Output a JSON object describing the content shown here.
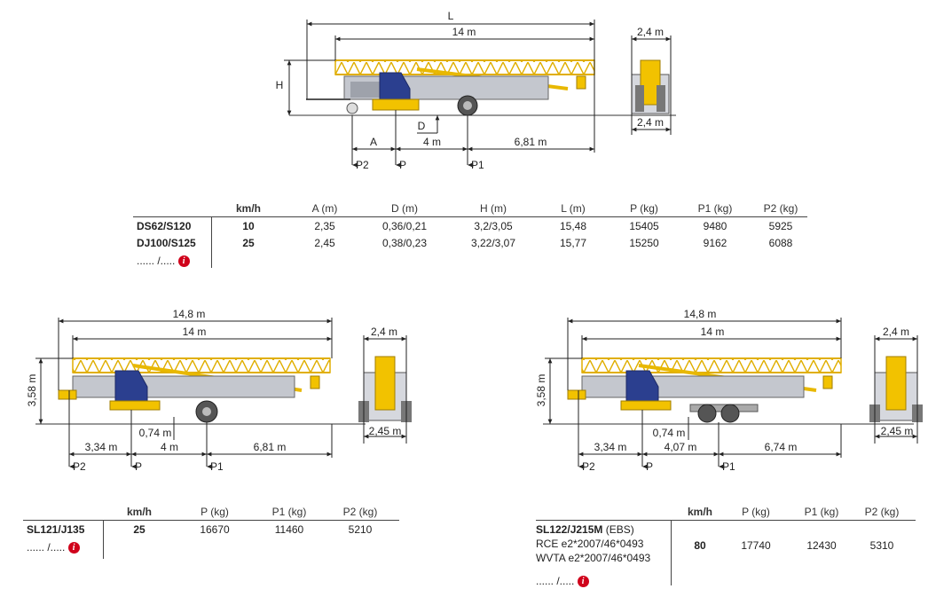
{
  "top_diagram": {
    "dims": {
      "L": "L",
      "length_14": "14 m",
      "width_top": "2,4 m",
      "width_bottom": "2,4 m",
      "H": "H",
      "A": "A",
      "D": "D",
      "span_4": "4 m",
      "span_681": "6,81 m",
      "P2": "P2",
      "P": "P",
      "P1": "P1"
    }
  },
  "top_table": {
    "headers": [
      "km/h",
      "A (m)",
      "D (m)",
      "H (m)",
      "L (m)",
      "P (kg)",
      "P1 (kg)",
      "P2 (kg)"
    ],
    "rows": [
      {
        "model": "DS62/S120",
        "values": [
          "10",
          "2,35",
          "0,36/0,21",
          "3,2/3,05",
          "15,48",
          "15405",
          "9480",
          "5925"
        ]
      },
      {
        "model": "DJ100/S125",
        "values": [
          "25",
          "2,45",
          "0,38/0,23",
          "3,22/3,07",
          "15,77",
          "15250",
          "9162",
          "6088"
        ]
      }
    ],
    "more": "...... /....."
  },
  "left_diagram": {
    "dims": {
      "overall": "14,8 m",
      "length_14": "14 m",
      "height": "3,58 m",
      "width_top": "2,4 m",
      "width_bottom": "2,45 m",
      "span_334": "3,34 m",
      "span_4": "4 m",
      "span_681": "6,81 m",
      "offset": "0,74 m",
      "P2": "P2",
      "P": "P",
      "P1": "P1"
    }
  },
  "right_diagram": {
    "dims": {
      "overall": "14,8 m",
      "length_14": "14 m",
      "height": "3,58 m",
      "width_top": "2,4 m",
      "width_bottom": "2,45 m",
      "span_334": "3,34 m",
      "span_407": "4,07 m",
      "span_674": "6,74 m",
      "offset": "0,74 m",
      "P2": "P2",
      "P": "P",
      "P1": "P1"
    }
  },
  "left_table": {
    "headers": [
      "km/h",
      "P (kg)",
      "P1 (kg)",
      "P2 (kg)"
    ],
    "model": "SL121/J135",
    "values": [
      "25",
      "16670",
      "11460",
      "5210"
    ],
    "more": "...... /....."
  },
  "right_table": {
    "headers": [
      "km/h",
      "P (kg)",
      "P1 (kg)",
      "P2 (kg)"
    ],
    "model": "SL122/J215M",
    "model_suffix": "(EBS)",
    "line2": "RCE e2*2007/46*0493",
    "line3": "WVTA e2*2007/46*0493",
    "values": [
      "80",
      "17740",
      "12430",
      "5310"
    ],
    "more": "...... /....."
  },
  "colors": {
    "crane_yellow": "#f2c200",
    "cab_blue": "#2b3f8f",
    "body_grey": "#b9bcc4",
    "info_red": "#d0021b"
  },
  "icons": {
    "info": "i"
  }
}
